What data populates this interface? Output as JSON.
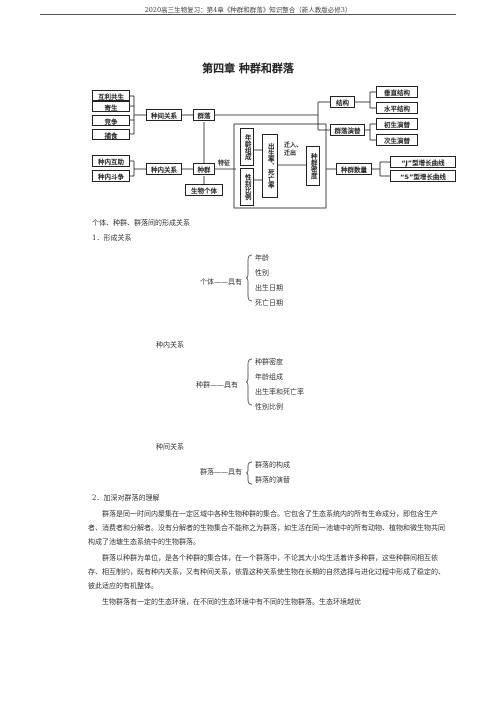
{
  "header": "2020高三生物复习：第4章《种群和群落》知识整合（新人教版必修3）",
  "title": "第四章  种群和群落",
  "diagram": {
    "interspecific": [
      "互利共生",
      "寄生",
      "竞争",
      "捕食"
    ],
    "interspecific_rel": "种间关系",
    "community": "群落",
    "structure": "结构",
    "vertical": "垂直结构",
    "horizontal": "水平结构",
    "succession": "群落演替",
    "primary": "初生演替",
    "secondary": "次生演替",
    "intraspecific_pair": [
      "种内互助",
      "种内斗争"
    ],
    "intraspecific_rel": "种内关系",
    "population": "种群",
    "feature": "特征",
    "individual": "生物个体",
    "age": "年龄组成",
    "sex": "性别比例",
    "birth": "出生率、死亡率",
    "migration": "迁入、迁出",
    "density": "种群密度",
    "pop_count": "种群数量",
    "j_curve": "“J”型增长曲线",
    "s_curve": "“S”型增长曲线"
  },
  "section_intro": "个体、种群、群落间的形成关系",
  "point1": "1．形成关系",
  "tree1": {
    "head": "个体——具有",
    "items": [
      "年龄",
      "性别",
      "出生日期",
      "死亡日期"
    ]
  },
  "label2": "种内关系",
  "tree2": {
    "head": "种群——具有",
    "items": [
      "种群密度",
      "年龄组成",
      "出生率和死亡率",
      "性别比例"
    ]
  },
  "label3": "种间关系",
  "tree3": {
    "head": "群落——具有",
    "items": [
      "群落的构成",
      "群落的演替"
    ]
  },
  "point2": "2．加深对群落的理解",
  "paragraphs": [
    "群落是同一时间内聚集在一定区域中各种生物种群的集合。它包含了生态系统内的所有生命成分，即包含生产者、消费者和分解者。没有分解者的生物集合不能称之为群落，如生活在同一池塘中的所有动物、植物和微生物共同构成了池塘生态系统中的生物群落。",
    "群落以种群为单位，是各个种群的集合体，在一个群落中，不论其大小均生活着许多种群，这些种群间相互依存、相互制约，既有种内关系，又有种间关系，依靠这种关系使生物在长期的自然选择与进化过程中形成了稳定的、彼此适应的有机整体。",
    "生物群落有一定的生态环境，在不同的生态环境中有不同的生物群落。生态环境越优"
  ]
}
